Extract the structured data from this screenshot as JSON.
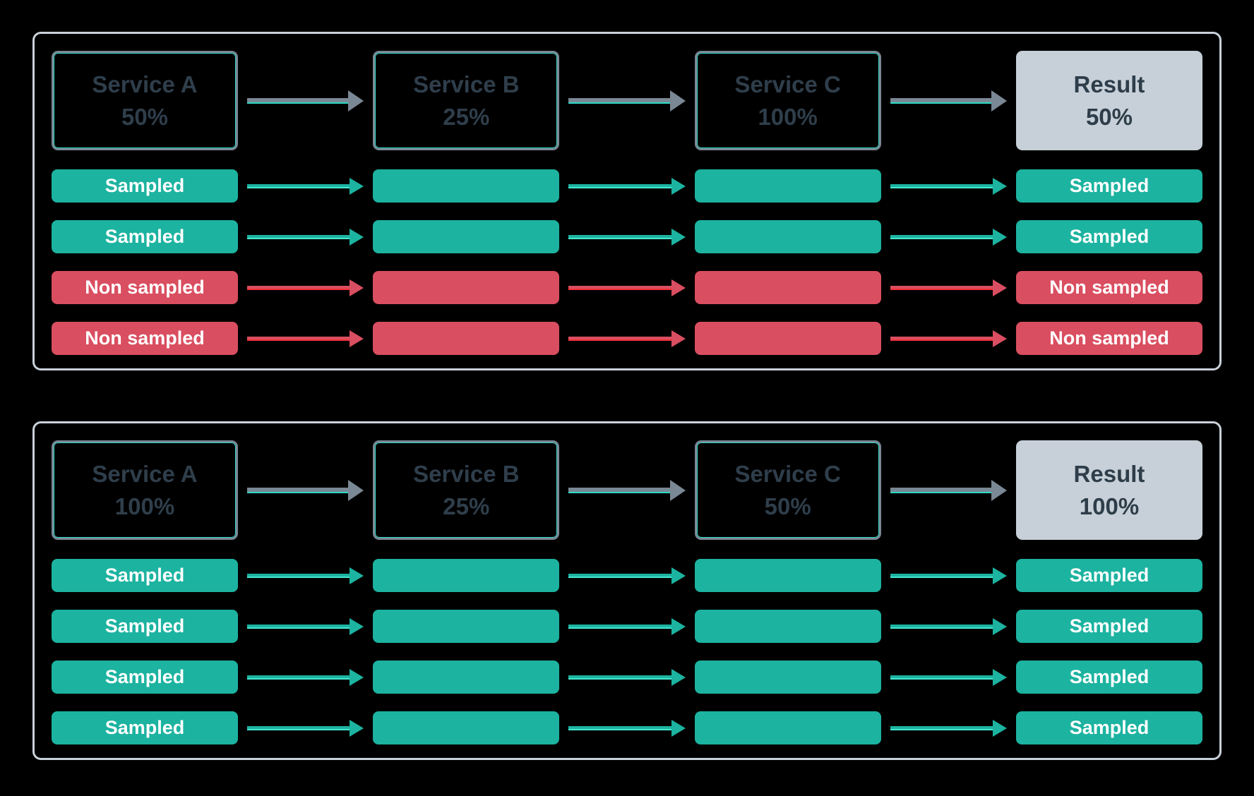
{
  "colors": {
    "background": "#000000",
    "panel_border": "#C9D1D9",
    "teal": "#1CB3A0",
    "teal_bright": "#45E6CF",
    "red": "#D94E60",
    "red_bright": "#F5303A",
    "gray_arrow": "#7A8794",
    "service_box_border": "#7A8794",
    "service_box_inner_line": "#2CD9C4",
    "service_text": "#2F3E4B",
    "result_fill": "#C7D0D8",
    "result_text": "#2E3D4A",
    "badge_text": "#FFFFFF"
  },
  "panels": [
    {
      "services": [
        {
          "name": "Service A",
          "rate": "50%"
        },
        {
          "name": "Service B",
          "rate": "25%"
        },
        {
          "name": "Service C",
          "rate": "100%"
        }
      ],
      "result": {
        "name": "Result",
        "rate": "50%"
      },
      "rows": [
        {
          "label": "Sampled",
          "state": "sampled"
        },
        {
          "label": "Sampled",
          "state": "sampled"
        },
        {
          "label": "Non sampled",
          "state": "non-sampled"
        },
        {
          "label": "Non sampled",
          "state": "non-sampled"
        }
      ]
    },
    {
      "services": [
        {
          "name": "Service A",
          "rate": "100%"
        },
        {
          "name": "Service B",
          "rate": "25%"
        },
        {
          "name": "Service C",
          "rate": "50%"
        }
      ],
      "result": {
        "name": "Result",
        "rate": "100%"
      },
      "rows": [
        {
          "label": "Sampled",
          "state": "sampled"
        },
        {
          "label": "Sampled",
          "state": "sampled"
        },
        {
          "label": "Sampled",
          "state": "sampled"
        },
        {
          "label": "Sampled",
          "state": "sampled"
        }
      ]
    }
  ]
}
